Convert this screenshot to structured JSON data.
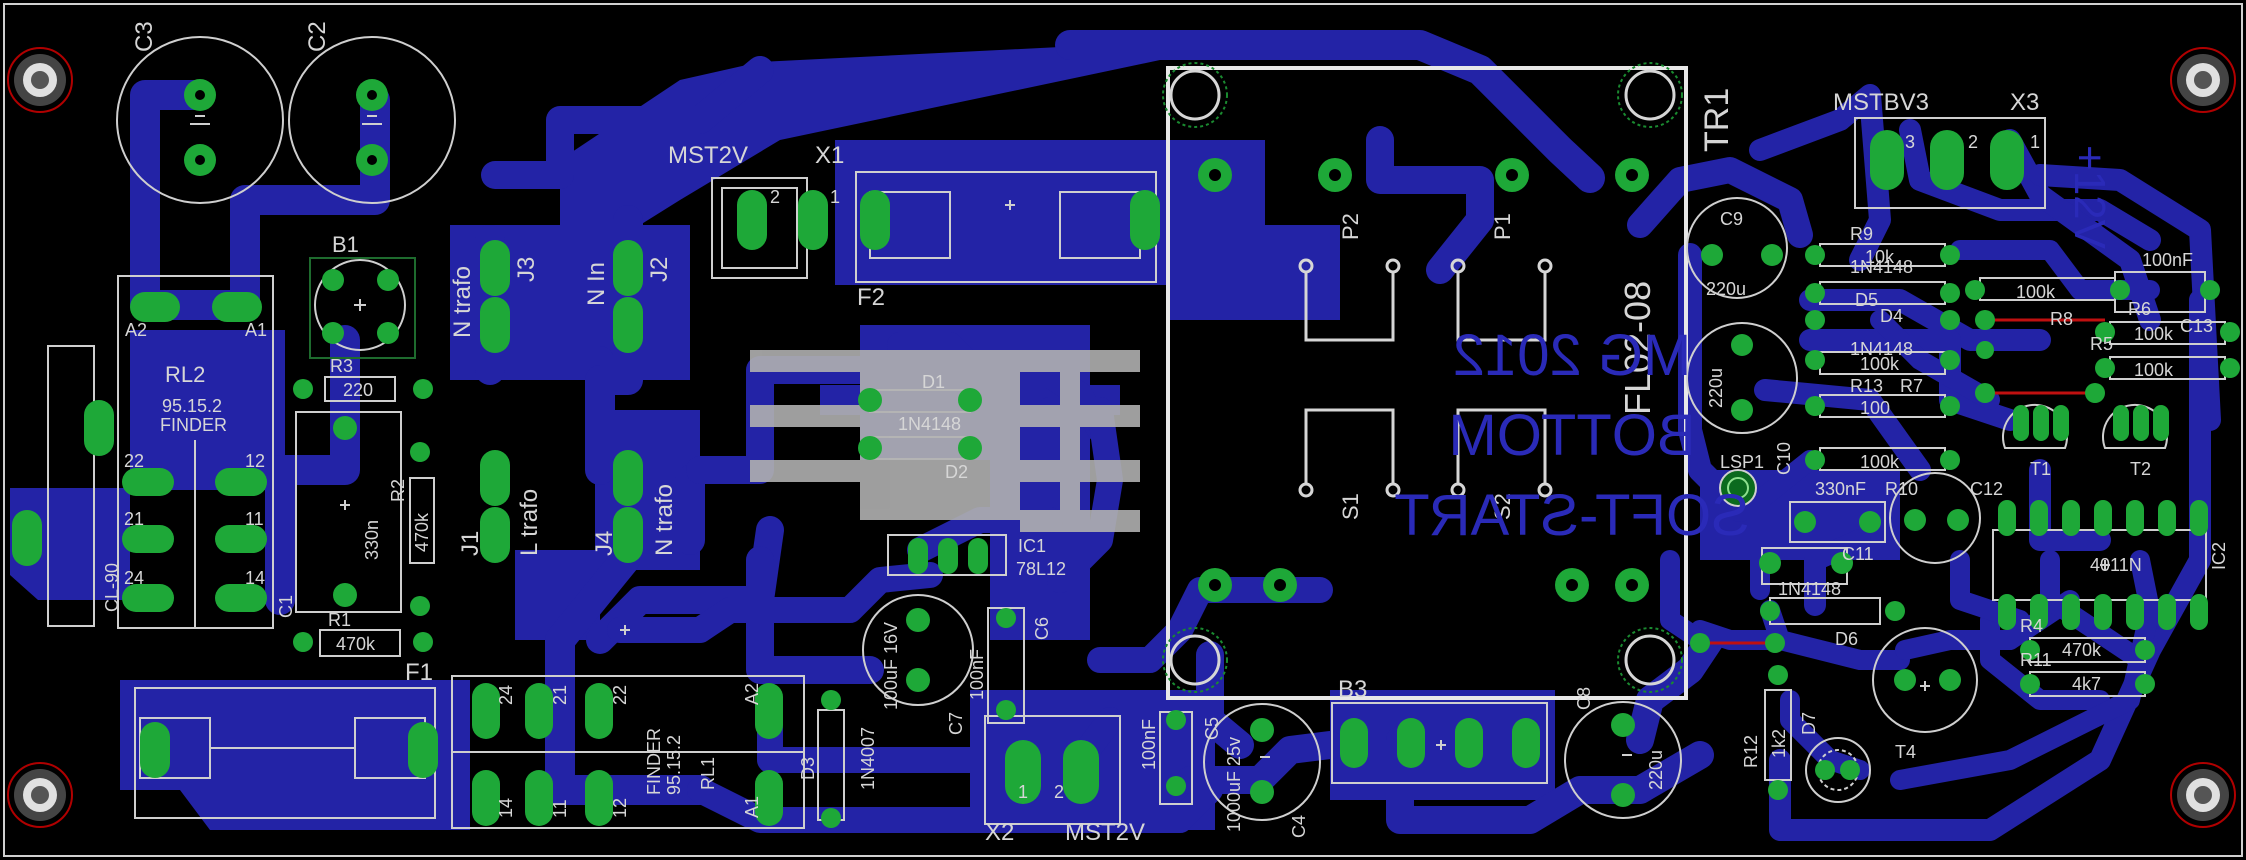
{
  "board": {
    "title": "MG 2012 BOTTOM SOFT-START",
    "title_lines": [
      "MG 2012",
      "BOTTOM",
      "SOFT-START"
    ],
    "colors": {
      "background": "#000000",
      "copper": "#2323a6",
      "pad": "#1ea838",
      "silkscreen": "#d6d6d6",
      "outline": "#d0d0d0"
    }
  },
  "labels": {
    "c3": "C3",
    "c2": "C2",
    "b1": "B1",
    "a2": "A2",
    "a1": "A1",
    "rl2": "RL2",
    "rl2_model": "95.15.2",
    "rl2_brand": "FINDER",
    "r3": "R3",
    "r3_val": "220",
    "pin22": "22",
    "pin12": "12",
    "pin21": "21",
    "pin11": "11",
    "pin24": "24",
    "pin14": "14",
    "c1_val": "330n",
    "c1": "C1",
    "r2": "R2",
    "r2_val": "470k",
    "r1": "R1",
    "r1_val": "470k",
    "cl90": "CL-90",
    "f1": "F1",
    "j3": "J3",
    "j3_text": "N trafo",
    "j2": "J2",
    "j2_text": "N In",
    "j1": "J1",
    "j1_text": "L trafo",
    "j4": "J4",
    "j4_text": "N trafo",
    "mst2v_top": "MST2V",
    "x1": "X1",
    "f2": "F2",
    "d1": "D1",
    "d2": "D2",
    "d1_val": "1N4148",
    "ic1": "IC1",
    "ic1_val": "78L12",
    "c6": "C6",
    "c6_val": "100nF",
    "c7": "C7",
    "c7_val": "100uF 16V",
    "rl1_brand": "FINDER",
    "rl1_model": "95.15.2",
    "rl1": "RL1",
    "d3": "D3",
    "d3_val": "1N4007",
    "x2": "X2",
    "mst2v_bot": "MST2V",
    "c5_val": "100nF",
    "c5": "C5",
    "c4": "C4",
    "c4_val": "1000uF 25v",
    "b3": "B3",
    "c8": "C8",
    "c8_val": "220u",
    "tr1": "TR1",
    "p2": "P2",
    "p1": "P1",
    "s1": "S1",
    "s2": "S2",
    "fl": "FL02-08",
    "mstbv3": "MSTBV3",
    "x3": "X3",
    "v12": "+12V",
    "c9": "C9",
    "c9_val": "220u",
    "r9": "R9",
    "r9_val": "10k",
    "d5_val": "1N4148",
    "d5": "D5",
    "d4": "D4",
    "r8_val": "100k",
    "r8": "R8",
    "c13_val": "100nF",
    "r6": "R6",
    "c13": "C13",
    "r5": "R5",
    "r5_val": "100k",
    "r_100k_b": "100k",
    "c10_val": "220u",
    "c10": "C10",
    "r_100k_a": "100k",
    "d4_val": "1N4148",
    "r13": "R13",
    "r7": "R7",
    "r13_val": "100",
    "lsp1": "LSP1",
    "r_100k_c": "100k",
    "c11_val": "330nF",
    "r10": "R10",
    "c12": "C12",
    "c11": "C11",
    "t1": "T1",
    "t2": "T2",
    "ic2": "IC2",
    "ic2_val": "4011N",
    "d6_val": "1N4148",
    "d6": "D6",
    "r4": "R4",
    "r4_val": "470k",
    "r11": "R11",
    "r11_val": "4k7",
    "t4": "T4",
    "r12": "R12",
    "r12_val": "1k2",
    "d7": "D7",
    "pin_1": "1",
    "pin_2": "2",
    "pin_3": "3"
  }
}
